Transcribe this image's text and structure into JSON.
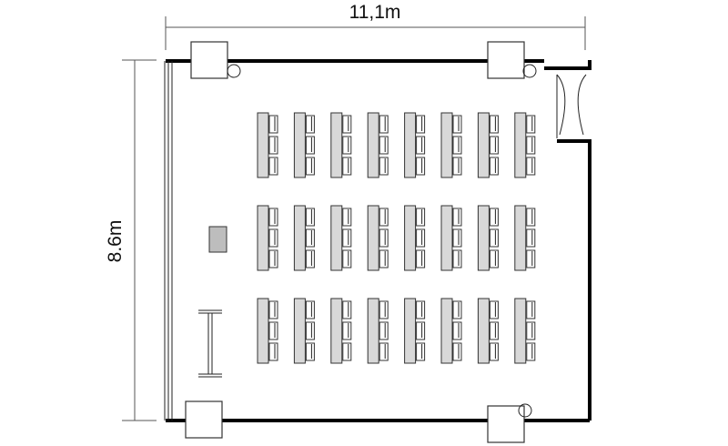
{
  "dimensions": {
    "width_label": "11,1m",
    "height_label": "8.6m"
  },
  "layout": {
    "desk_rows": 3,
    "desk_columns": 8,
    "seats_per_desk": 3
  },
  "colors": {
    "wall": "#000000",
    "desk_fill": "#d8d8d8",
    "podium_fill": "#bdbdbd",
    "background": "#ffffff"
  }
}
